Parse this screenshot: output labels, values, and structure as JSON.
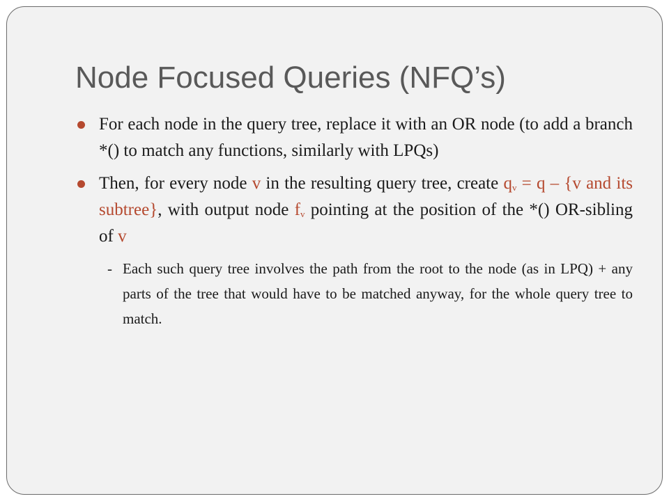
{
  "slide": {
    "title": "Node Focused Queries (NFQ’s)",
    "accent_color": "#b5492f",
    "bullet_color": "#b5492f",
    "bullets": [
      {
        "text": "For each node in the query tree, replace it with an OR node (to add a branch *() to match any functions, similarly with LPQs)"
      },
      {
        "part1": "Then, for every node ",
        "var_v": "v",
        "part2": " in the resulting query tree, create ",
        "q_base": "q",
        "q_sub": "v",
        "q_expr": " = q – {v and its subtree}",
        "part3": ", with output node ",
        "f_base": "f",
        "f_sub": "v",
        "part4": " pointing at the position of the *() OR-sibling of ",
        "var_v_end": "v"
      }
    ],
    "sub_bullet": {
      "dash": "-",
      "text": "Each such query tree involves the path from the root to the node (as in LPQ) + any parts of the tree that would have to be matched anyway, for the whole query tree to match."
    }
  }
}
